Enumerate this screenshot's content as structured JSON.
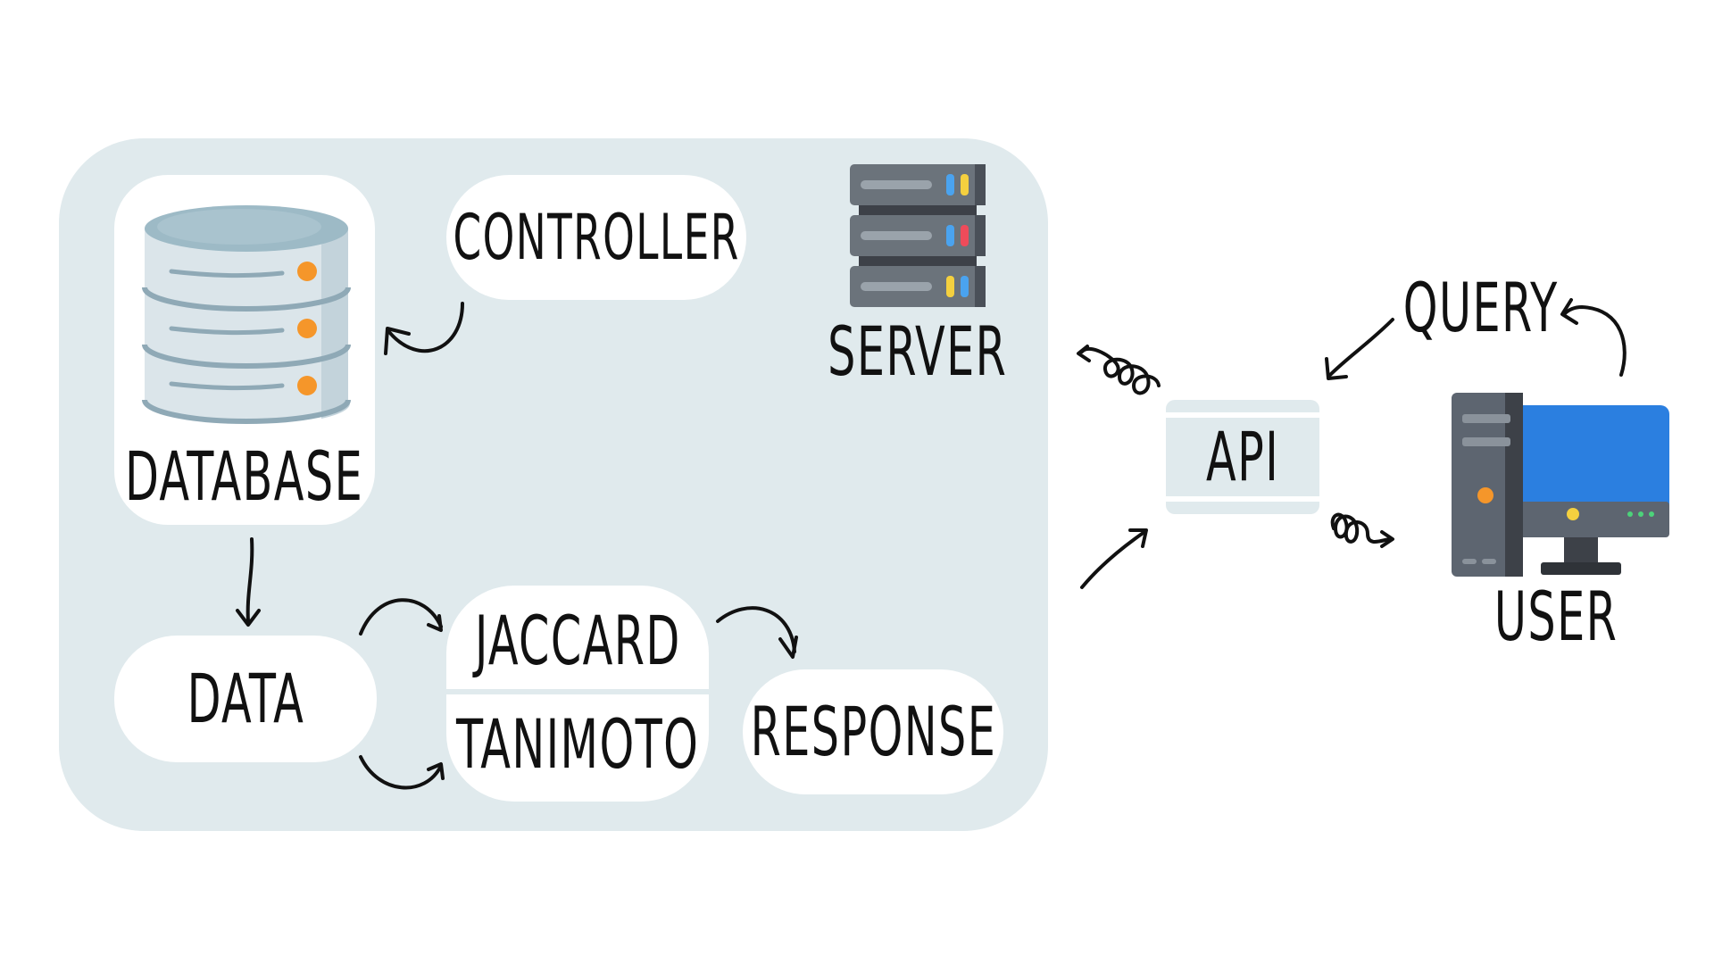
{
  "nodes": {
    "controller": "Controller",
    "server": "Server",
    "database": "DataBase",
    "data": "Data",
    "jaccard": "Jaccard",
    "tanimoto": "Tanimoto",
    "response": "Response",
    "api": "API",
    "query": "Query",
    "user": "User"
  },
  "icons": {
    "database": "database-icon",
    "server": "server-rack-icon",
    "user": "desktop-computer-icon"
  },
  "colors": {
    "panel": "#e0eaed",
    "card": "#ffffff",
    "ink": "#111111",
    "monitor_screen": "#2b7fe0",
    "accent_orange": "#f5962a",
    "led_blue": "#4aa3ef",
    "led_yellow": "#f4d03f",
    "led_red": "#ee4b5a"
  }
}
